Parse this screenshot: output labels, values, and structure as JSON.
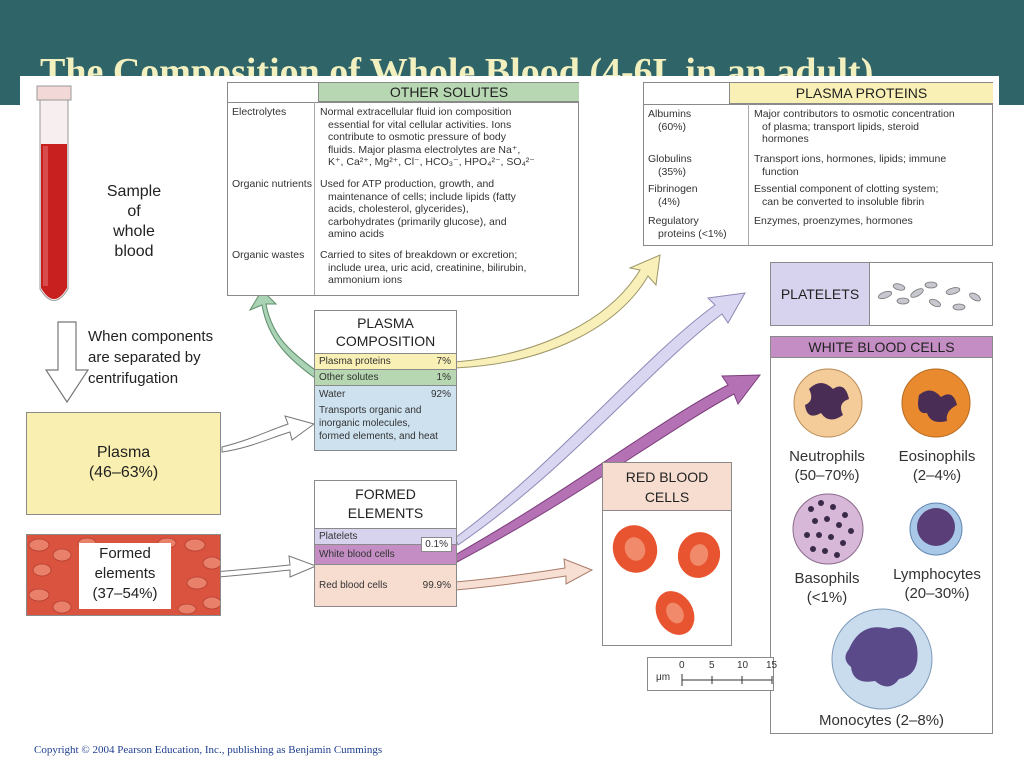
{
  "slide": {
    "title": "The Composition of Whole Blood (4-6L in an adult)",
    "copyright": "Copyright © 2004 Pearson Education, Inc., publishing as Benjamin Cummings"
  },
  "sample": {
    "label_lines": [
      "Sample",
      "of",
      "whole",
      "blood"
    ],
    "centrifuge_lines": [
      "When components",
      "are separated by",
      "centrifugation"
    ]
  },
  "plasma_box": {
    "label_lines": [
      "Plasma",
      "(46–63%)"
    ]
  },
  "formed_box": {
    "label_lines": [
      "Formed",
      "elements",
      "(37–54%)"
    ]
  },
  "other_solutes": {
    "title": "OTHER SOLUTES",
    "rows": [
      {
        "name": "Electrolytes",
        "lines": [
          "Normal extracellular fluid ion composition",
          "essential for vital cellular activities. Ions",
          "contribute to osmotic pressure of body",
          "fluids. Major plasma electrolytes are Na⁺,",
          "K⁺, Ca²⁺, Mg²⁺, Cl⁻, HCO₃⁻, HPO₄²⁻, SO₄²⁻"
        ]
      },
      {
        "name": "Organic nutrients",
        "lines": [
          "Used for ATP production, growth, and",
          "maintenance of cells; include lipids (fatty",
          "acids, cholesterol, glycerides),",
          "carbohydrates (primarily glucose), and",
          "amino acids"
        ]
      },
      {
        "name": "Organic wastes",
        "lines": [
          "Carried to sites of breakdown or excretion;",
          "include urea, uric acid, creatinine, bilirubin,",
          "ammonium ions"
        ]
      }
    ]
  },
  "plasma_composition": {
    "title_lines": [
      "PLASMA",
      "COMPOSITION"
    ],
    "rows": [
      {
        "name": "Plasma proteins",
        "value": "7%"
      },
      {
        "name": "Other solutes",
        "value": "1%"
      },
      {
        "name": "Water",
        "value": "92%"
      }
    ],
    "water_note": [
      "Transports organic and",
      "inorganic molecules,",
      "formed elements, and heat"
    ]
  },
  "plasma_proteins": {
    "title": "PLASMA PROTEINS",
    "rows": [
      {
        "name": "Albumins",
        "pct": "(60%)",
        "lines": [
          "Major contributors to osmotic concentration",
          "of plasma; transport lipids, steroid",
          "hormones"
        ]
      },
      {
        "name": "Globulins",
        "pct": "(35%)",
        "lines": [
          "Transport ions, hormones, lipids; immune",
          "function"
        ]
      },
      {
        "name": "Fibrinogen",
        "pct": "(4%)",
        "lines": [
          "Essential component of clotting system;",
          "can be converted to insoluble fibrin"
        ]
      },
      {
        "name": "Regulatory",
        "pct": "proteins (<1%)",
        "lines": [
          "Enzymes, proenzymes, hormones"
        ]
      }
    ]
  },
  "formed_elements": {
    "title_lines": [
      "FORMED",
      "ELEMENTS"
    ],
    "rows": [
      {
        "name": "Platelets"
      },
      {
        "name": "White blood cells"
      },
      {
        "name": "Red blood cells",
        "value": "99.9%"
      }
    ],
    "combined_value": "0.1%"
  },
  "platelets": {
    "title": "PLATELETS"
  },
  "wbc": {
    "title": "WHITE BLOOD CELLS",
    "cells": [
      {
        "name": "Neutrophils",
        "pct": "(50–70%)"
      },
      {
        "name": "Eosinophils",
        "pct": "(2–4%)"
      },
      {
        "name": "Basophils",
        "pct": "(<1%)"
      },
      {
        "name": "Lymphocytes",
        "pct": "(20–30%)"
      },
      {
        "name": "Monocytes (2–8%)",
        "pct": ""
      }
    ]
  },
  "rbc": {
    "title_lines": [
      "RED BLOOD",
      "CELLS"
    ]
  },
  "scale": {
    "unit": "μm",
    "ticks": [
      "0",
      "5",
      "10",
      "15"
    ]
  },
  "colors": {
    "header_bg": "#2f6569",
    "title_text": "#f3f0c0",
    "solutes_green": "#b6d7b1",
    "proteins_yellow": "#f9f0b5",
    "water_blue": "#cde1ef",
    "platelet_lavender": "#d7d3ee",
    "wbc_purple": "#c48ec4",
    "rbc_pink": "#f7ddd0",
    "plasma_yellow": "#f9efb0",
    "blood_red": "#c81f1f"
  }
}
